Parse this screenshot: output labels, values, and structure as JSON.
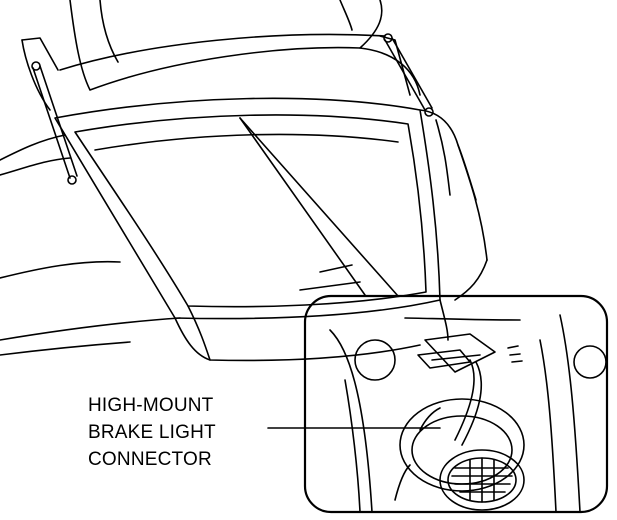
{
  "callout": {
    "lines": [
      "HIGH-MOUNT",
      "BRAKE LIGHT",
      "CONNECTOR"
    ]
  },
  "colors": {
    "line": "#000000",
    "background": "#ffffff"
  }
}
